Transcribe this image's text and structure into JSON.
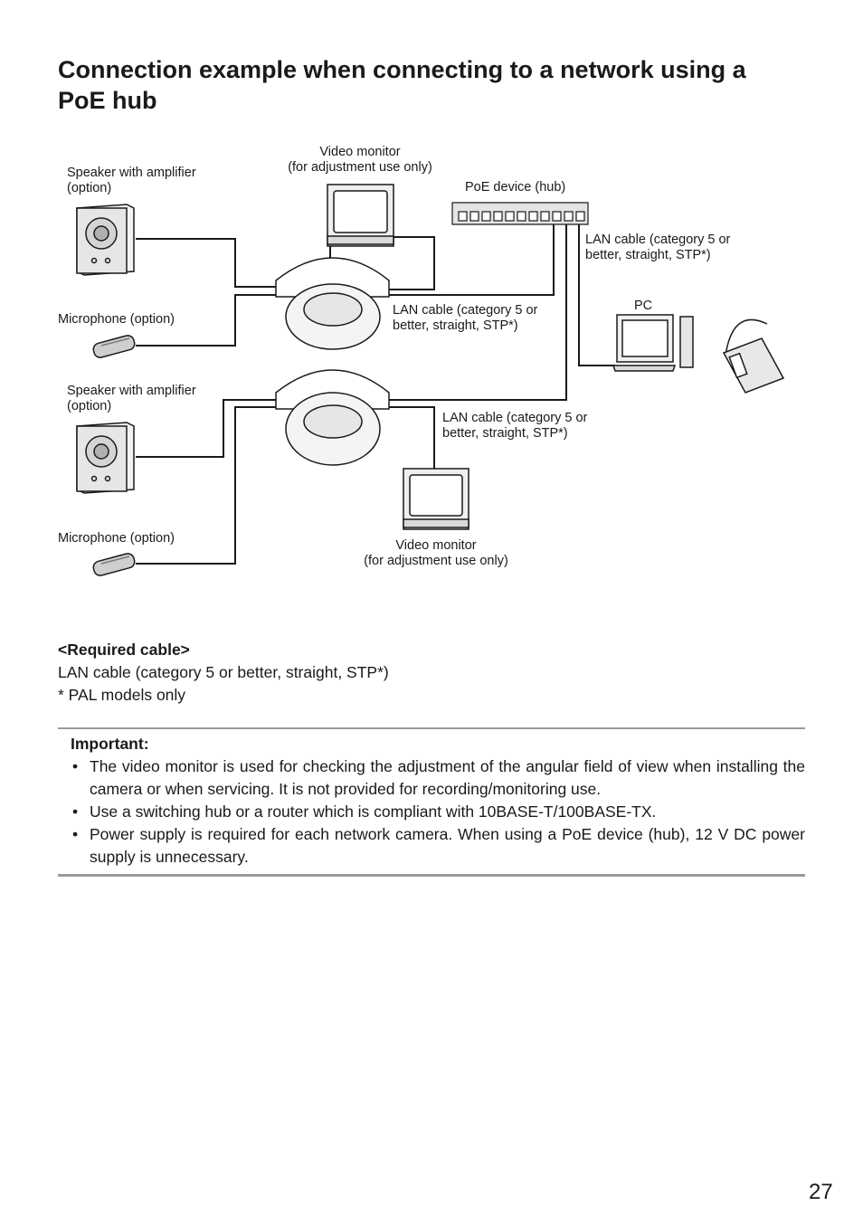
{
  "title": "Connection example when connecting to a network using a PoE hub",
  "diagram": {
    "labels": {
      "speaker_top": [
        "Speaker with amplifier",
        "(option)"
      ],
      "monitor_top": [
        "Video monitor",
        "(for adjustment use only)"
      ],
      "poe_hub": "PoE device (hub)",
      "lan_right": [
        "LAN cable (category 5 or",
        "better, straight, STP*)"
      ],
      "pc": "PC",
      "microphone_top": "Microphone (option)",
      "lan_mid": [
        "LAN cable (category 5 or",
        "better, straight, STP*)"
      ],
      "speaker_bottom": [
        "Speaker with amplifier",
        "(option)"
      ],
      "lan_bottom": [
        "LAN cable (category 5 or",
        "better, straight, STP*)"
      ],
      "microphone_bottom": "Microphone (option)",
      "monitor_bottom": [
        "Video monitor",
        "(for adjustment use only)"
      ]
    }
  },
  "required": {
    "heading": "<Required cable>",
    "line1": "LAN cable (category 5 or better, straight, STP*)",
    "line2": "* PAL models only"
  },
  "important": {
    "heading": "Important:",
    "items": [
      "The video monitor is used for checking the adjustment of the angular field of view when installing the camera or when servicing. It is not provided for recording/monitoring use.",
      "Use a switching hub or a router which is compliant with 10BASE-T/100BASE-TX.",
      "Power supply is required for each network camera. When using a PoE device (hub), 12 V DC power supply is unnecessary."
    ]
  },
  "page_number": "27"
}
